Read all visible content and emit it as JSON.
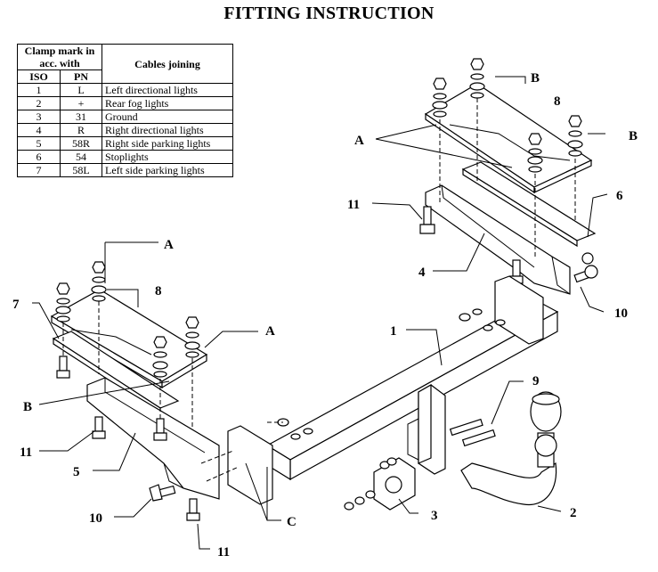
{
  "title": "FITTING INSTRUCTION",
  "table": {
    "header": {
      "clamp_mark": "Clamp mark in acc. with",
      "cables_joining": "Cables joining",
      "iso": "ISO",
      "pn": "PN"
    },
    "rows": [
      {
        "iso": "1",
        "pn": "L",
        "cable": "Left directional lights"
      },
      {
        "iso": "2",
        "pn": "+",
        "cable": "Rear fog lights"
      },
      {
        "iso": "3",
        "pn": "31",
        "cable": "Ground"
      },
      {
        "iso": "4",
        "pn": "R",
        "cable": "Right directional lights"
      },
      {
        "iso": "5",
        "pn": "58R",
        "cable": "Right side parking lights"
      },
      {
        "iso": "6",
        "pn": "54",
        "cable": "Stoplights"
      },
      {
        "iso": "7",
        "pn": "58L",
        "cable": "Left side parking lights"
      }
    ]
  },
  "labels": {
    "A_top": "A",
    "A_left": "A",
    "A_right": "A",
    "B_top_left": "B",
    "B_top_right": "B",
    "B_left": "B",
    "C": "C",
    "p1": "1",
    "p2": "2",
    "p3": "3",
    "p4": "4",
    "p5": "5",
    "p6": "6",
    "p7": "7",
    "p8_top": "8",
    "p8_left": "8",
    "p9": "9",
    "p10_right": "10",
    "p10_bottom": "10",
    "p11_top": "11",
    "p11_left": "11",
    "p11_bottom": "11"
  }
}
